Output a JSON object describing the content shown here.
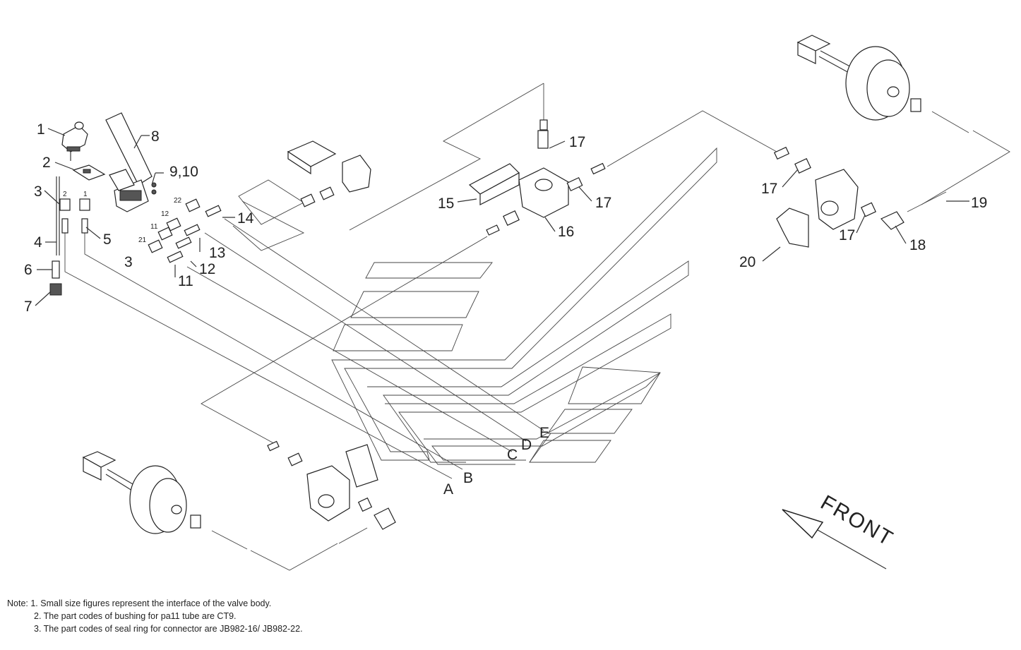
{
  "callouts": {
    "c1": "1",
    "c2": "2",
    "c3": "3",
    "c3b": "3",
    "c4": "4",
    "c5": "5",
    "c6": "6",
    "c7": "7",
    "c8": "8",
    "c910": "9,10",
    "c11": "11",
    "c12": "12",
    "c13": "13",
    "c14": "14",
    "c15": "15",
    "c16": "16",
    "c17a": "17",
    "c17b": "17",
    "c17c": "17",
    "c17d": "17",
    "c18": "18",
    "c19": "19",
    "c20": "20"
  },
  "port_labels": {
    "p2": "2",
    "p1": "1",
    "p22": "22",
    "p12": "12",
    "p11": "11",
    "p21": "21"
  },
  "line_letters": {
    "a": "A",
    "b": "B",
    "c": "C",
    "d": "D",
    "e": "E"
  },
  "direction": {
    "label": "FRONT"
  },
  "notes": {
    "line1": "Note: 1. Small size figures represent the interface of the valve body.",
    "line2": "2. The part codes of bushing for pa11 tube are CT9.",
    "line3": "3. The part codes of seal ring for connector are JB982-16/ JB982-22."
  },
  "colors": {
    "line": "#333333",
    "background": "#ffffff"
  }
}
